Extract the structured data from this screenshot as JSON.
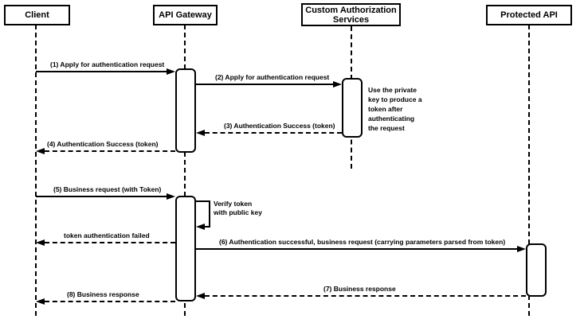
{
  "diagram": {
    "type": "sequence-diagram",
    "colors": {
      "line": "#000000",
      "fill": "#ffffff",
      "text": "#000000"
    },
    "participants": [
      {
        "name": "Client"
      },
      {
        "name": "API Gateway"
      },
      {
        "name": "Custom Authorization\nServices"
      },
      {
        "name": "Protected API"
      }
    ],
    "messages": [
      {
        "label": "(1) Apply for authentication request",
        "from": "Client",
        "to": "API Gateway",
        "style": "solid"
      },
      {
        "label": "(2) Apply for authentication request",
        "from": "API Gateway",
        "to": "Custom Authorization Services",
        "style": "solid"
      },
      {
        "label": "(3) Authentication Success (token)",
        "from": "Custom Authorization Services",
        "to": "API Gateway",
        "style": "dashed"
      },
      {
        "label": "(4) Authentication Success (token)",
        "from": "API Gateway",
        "to": "Client",
        "style": "dashed"
      },
      {
        "label": "(5) Business request (with Token)",
        "from": "Client",
        "to": "API Gateway",
        "style": "solid"
      },
      {
        "label": "Verify token\nwith public key",
        "from": "API Gateway",
        "to": "API Gateway",
        "style": "self"
      },
      {
        "label": "token authentication failed",
        "from": "API Gateway",
        "to": "Client",
        "style": "dashed"
      },
      {
        "label": "(6) Authentication successful, business request (carrying parameters parsed from token)",
        "from": "API Gateway",
        "to": "Protected API",
        "style": "solid"
      },
      {
        "label": "(7) Business response",
        "from": "Protected API",
        "to": "API Gateway",
        "style": "dashed"
      },
      {
        "label": "(8) Business response",
        "from": "API Gateway",
        "to": "Client",
        "style": "dashed"
      }
    ],
    "notes": [
      {
        "text": "Use the private\nkey to produce a\ntoken after\nauthenticating\nthe request"
      }
    ]
  }
}
